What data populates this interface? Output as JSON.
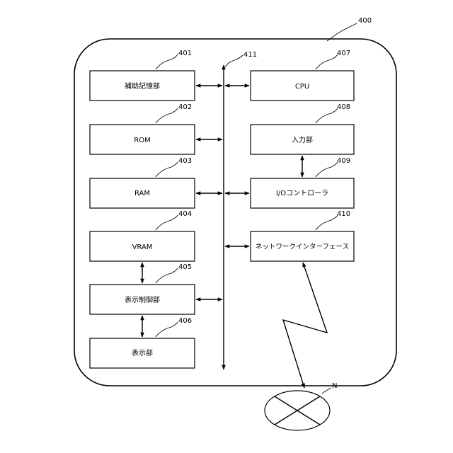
{
  "diagram": {
    "frame_ref": "400",
    "bus_ref": "411",
    "network_ref": "N",
    "left_blocks": [
      {
        "ref": "401",
        "label": "補助記憶部"
      },
      {
        "ref": "402",
        "label": "ROM"
      },
      {
        "ref": "403",
        "label": "RAM"
      },
      {
        "ref": "404",
        "label": "VRAM"
      },
      {
        "ref": "405",
        "label": "表示制御部"
      },
      {
        "ref": "406",
        "label": "表示部"
      }
    ],
    "right_blocks": [
      {
        "ref": "407",
        "label": "CPU"
      },
      {
        "ref": "408",
        "label": "入力部"
      },
      {
        "ref": "409",
        "label": "I/Oコントローラ"
      },
      {
        "ref": "410",
        "label": "ネットワークインターフェース"
      }
    ]
  }
}
